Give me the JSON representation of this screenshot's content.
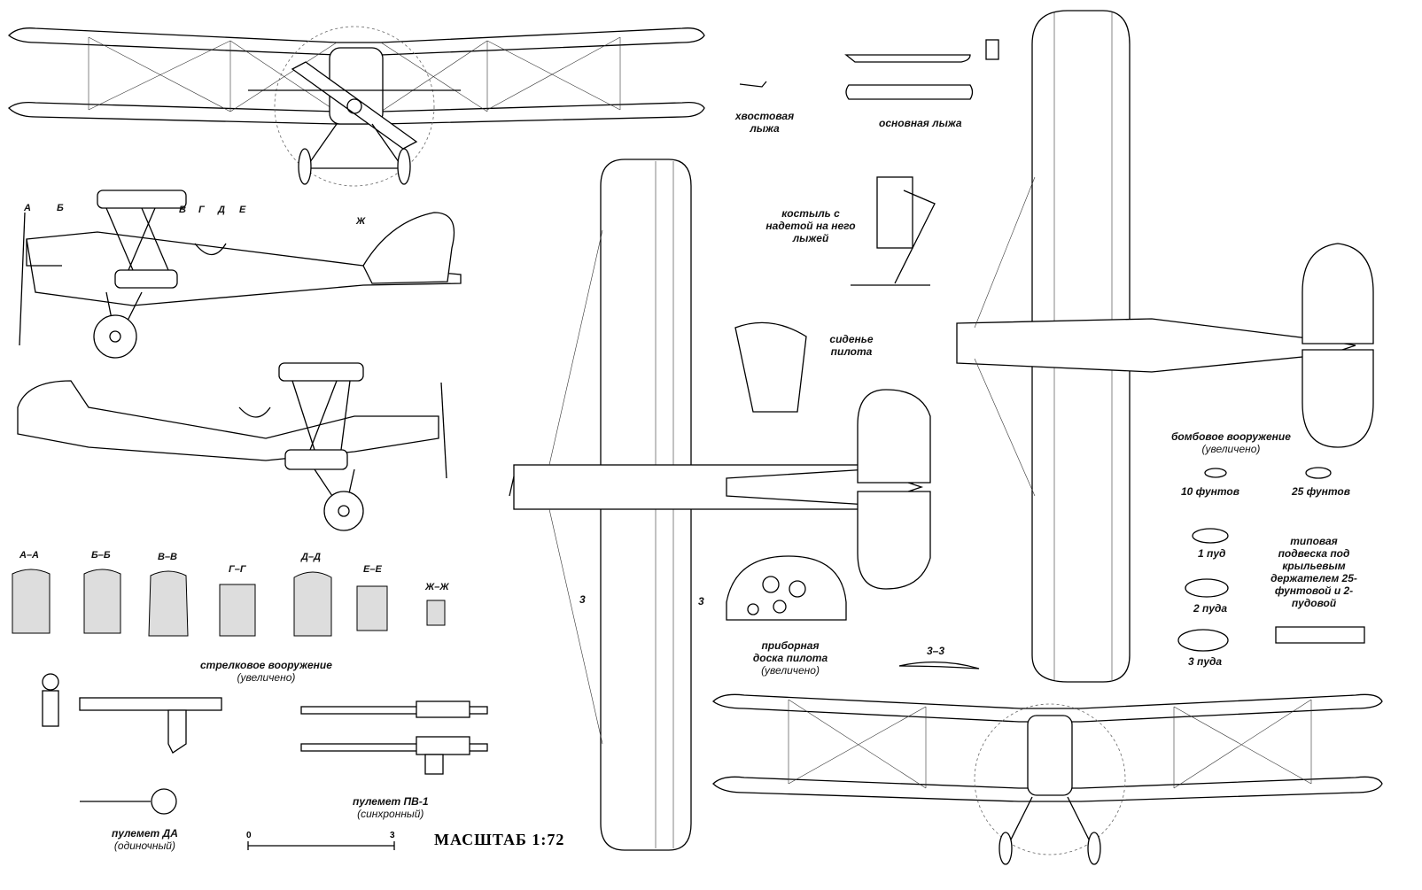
{
  "section_letters": [
    "А",
    "Б",
    "В",
    "Г",
    "Д",
    "Е",
    "Ж"
  ],
  "sections": [
    "А–А",
    "Б–Б",
    "В–В",
    "Г–Г",
    "Д–Д",
    "Е–Е",
    "Ж–Ж"
  ],
  "labels": {
    "tail_ski": "хвостовая лыжа",
    "main_ski": "основная лыжа",
    "crutch_ski": "костыль с надетой на него лыжей",
    "pilot_seat": "сиденье пилота",
    "instrument_panel": "приборная доска пилота",
    "instrument_panel_note": "(увеличено)",
    "small_arms": "стрелковое вооружение",
    "small_arms_note": "(увеличено)",
    "bomb_armament": "бомбовое вооружение",
    "bomb_armament_note": "(увеличено)",
    "bomb_10": "10 фунтов",
    "bomb_25": "25 фунтов",
    "bomb_1pud": "1 пуд",
    "bomb_2pud": "2 пуда",
    "bomb_3pud": "3 пуда",
    "rack_note": "типовая подвеска под крыльевым держателем 25-фунтовой и 2-пудовой",
    "mg_da": "пулемет ДА",
    "mg_da_note": "(одиночный)",
    "mg_pv1": "пулемет ПВ-1",
    "mg_pv1_note": "(синхронный)",
    "section_3_3": "3–3",
    "cut_mark": "3",
    "scale_title": "МАСШТАБ 1:72",
    "scale_zero": "0",
    "scale_three": "3"
  }
}
